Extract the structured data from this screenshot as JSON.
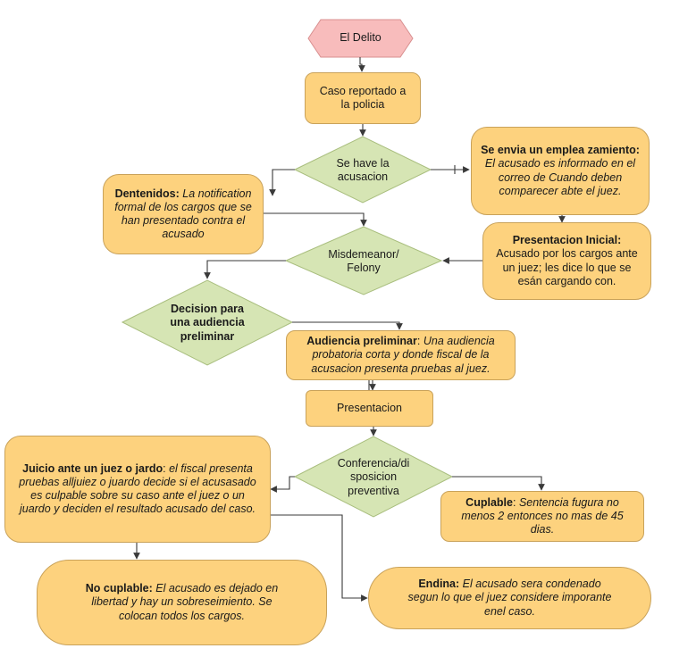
{
  "nodes": {
    "delito": {
      "label": "El Delito"
    },
    "caso": {
      "label": "Caso reportado a la policia"
    },
    "sehave": {
      "label": "Se have la acusacion"
    },
    "envia": {
      "bold": "Se envia un emplea zamiento:",
      "italic": "El acusado es informado en el correo de Cuando deben comparecer abte el juez."
    },
    "dentenidos": {
      "bold": "Dentenidos:",
      "italic": "La notification formal de los cargos que se han presentado contra el acusado"
    },
    "misdemeanor": {
      "label": "Misdemeanor/ Felony"
    },
    "presentacion_inicial": {
      "bold": "Presentacion Inicial:",
      "text": "Acusado por los cargos ante un juez; les dice lo que se esán cargando con."
    },
    "decision": {
      "label": "Decision para una audiencia preliminar"
    },
    "audiencia": {
      "bold": "Audiencia preliminar",
      "sep": ":",
      "italic": "Una audiencia probatoria corta y donde fiscal de la acusacion presenta pruebas al juez."
    },
    "presentacion": {
      "label": "Presentacion"
    },
    "conferencia": {
      "label": "Conferencia/di sposicion preventiva"
    },
    "juicio": {
      "bold": "Juicio ante un juez o jardo",
      "sep": ":",
      "italic": "el fiscal presenta pruebas alljuiez o juardo decide si el acusasado es culpable sobre su caso ante el juez o un juardo y deciden el resultado acusado del caso."
    },
    "cuplable": {
      "bold": "Cuplable",
      "sep": ":",
      "italic": "Sentencia fugura no menos 2 entonces no mas de 45 dias."
    },
    "no_cuplable": {
      "bold": "No cuplable:",
      "italic": "El acusado es dejado en libertad y hay un sobreseimiento. Se colocan todos los cargos."
    },
    "endina": {
      "bold": "Endina:",
      "italic": "El acusado sera condenado segun lo que el juez considere imporante enel caso."
    }
  },
  "colors": {
    "box_fill": "#fdd27e",
    "box_border": "#c9a25a",
    "decision_fill": "#d6e5b4",
    "decision_border": "#a9be7e",
    "start_fill": "#f8bcbc",
    "start_border": "#d88f8f",
    "arrow": "#3a3a3a"
  }
}
